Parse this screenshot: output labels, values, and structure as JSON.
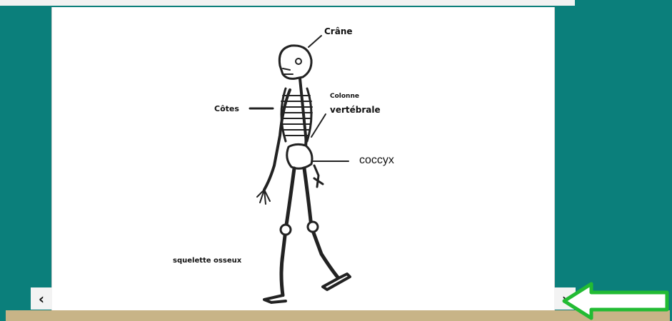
{
  "slide": {
    "labels": {
      "crane": "Crâne",
      "cotes": "Côtes",
      "colonne": "Colonne",
      "vertebrale": "vertébrale",
      "coccyx": "coccyx",
      "squelette": "squelette osseux"
    }
  },
  "navigation": {
    "prev_label": "‹",
    "next_label": "›",
    "pointer_arrow_color": "#22bb33"
  },
  "colors": {
    "background": "#0b7f7b",
    "slide": "#ffffff",
    "bottom_bar": "#c8b487"
  }
}
